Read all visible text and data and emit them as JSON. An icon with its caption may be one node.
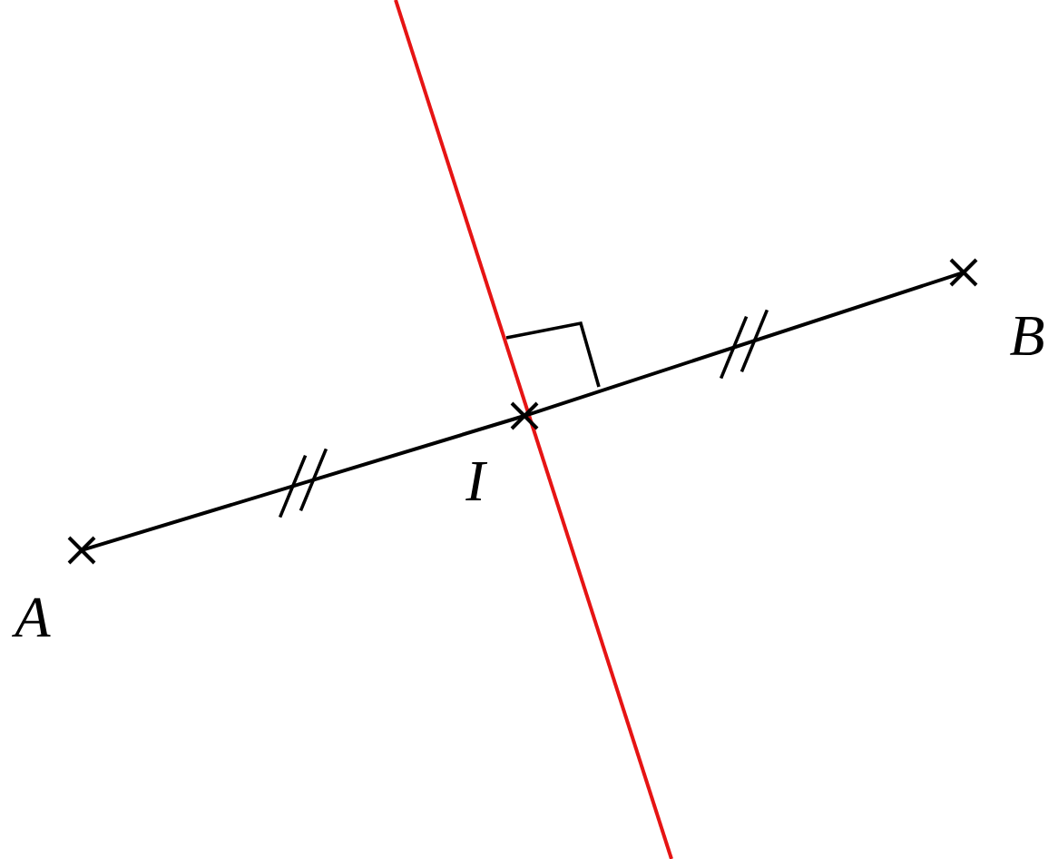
{
  "diagram": {
    "nodes": [
      {
        "text": [],
        "shape": "cross",
        "beside": [
          "A"
        ]
      },
      {
        "text": [],
        "shape": "cross",
        "beside": [
          "I"
        ]
      },
      {
        "text": [],
        "shape": "cross",
        "beside": [
          "B"
        ]
      }
    ],
    "edges": [
      {
        "from": 0,
        "to": 1,
        "arrow": "none"
      },
      {
        "from": 1,
        "to": 2,
        "arrow": "none"
      }
    ]
  }
}
